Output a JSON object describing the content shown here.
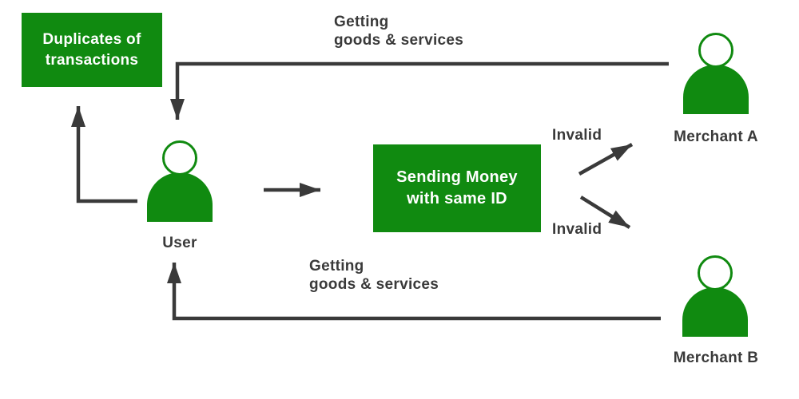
{
  "colors": {
    "accent_green": "#108a10",
    "ink": "#3a3a3a"
  },
  "nodes": {
    "duplicates_box": {
      "label": "Duplicates of\ntransactions"
    },
    "sending_box": {
      "label": "Sending Money\nwith same ID"
    },
    "user": {
      "label": "User"
    },
    "merchant_a": {
      "label": "Merchant A"
    },
    "merchant_b": {
      "label": "Merchant B"
    }
  },
  "edge_labels": {
    "getting_goods_top": "Getting\ngoods & services",
    "getting_goods_bottom": "Getting\ngoods & services",
    "invalid_to_merchant_a": "Invalid",
    "invalid_to_merchant_b": "Invalid"
  }
}
